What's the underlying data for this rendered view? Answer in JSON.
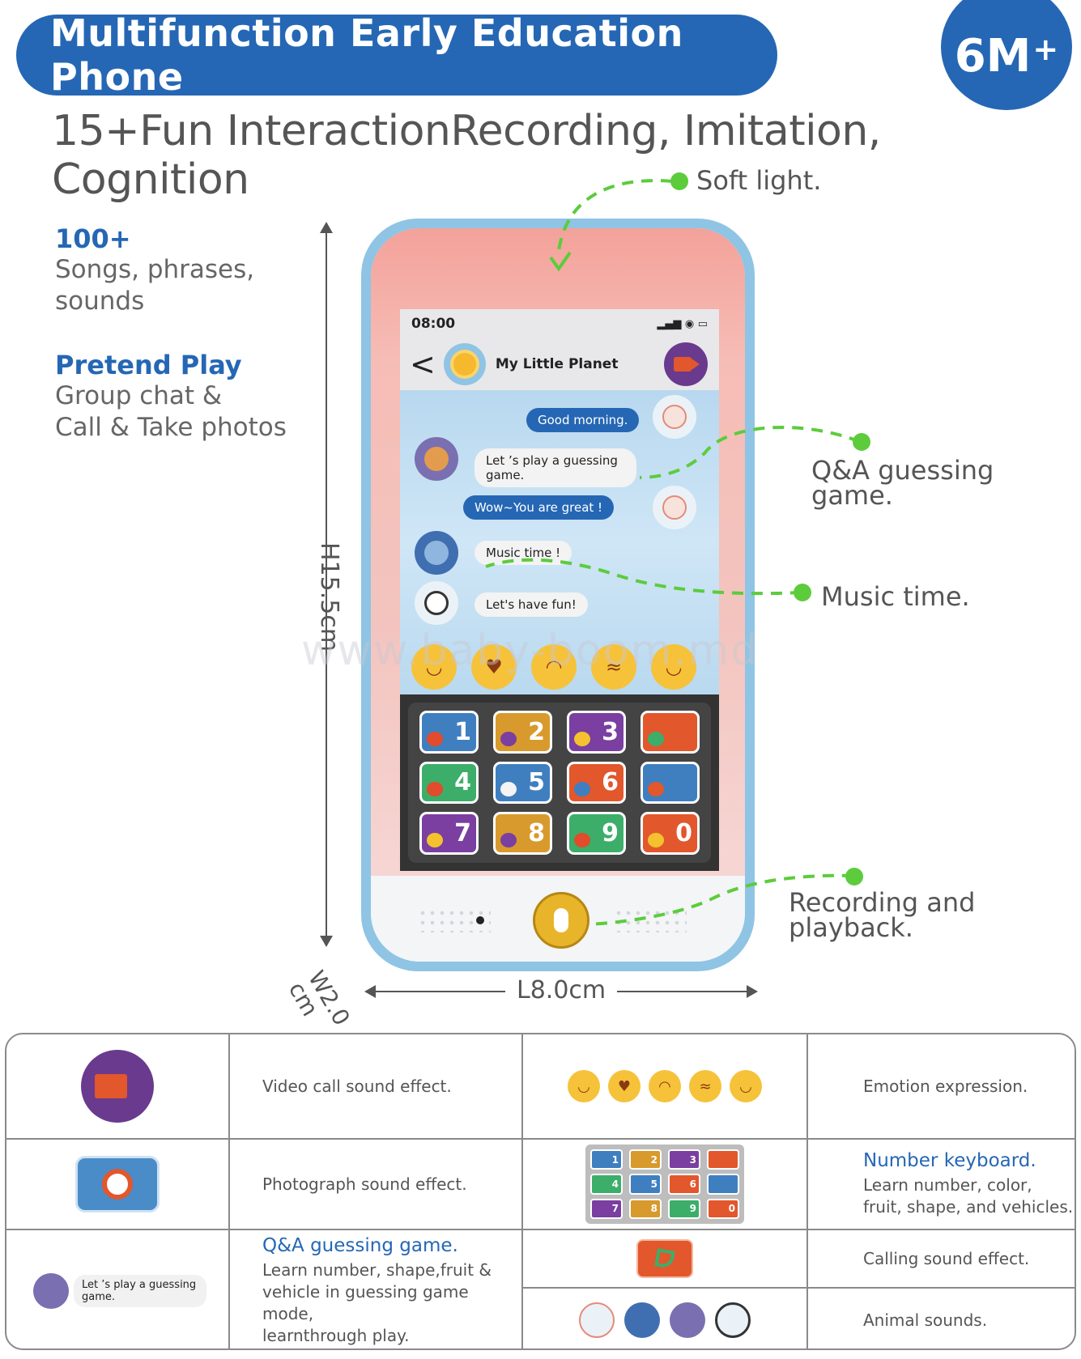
{
  "header": {
    "title": "Multifunction Early Education Phone",
    "age": "6M",
    "age_plus": "+"
  },
  "subtitle": "15+Fun InteractionRecording, Imitation, Cognition",
  "features": [
    {
      "heading": "100+",
      "lines": [
        "Songs, phrases,",
        "sounds"
      ]
    },
    {
      "heading": "Pretend Play",
      "lines": [
        "Group chat &",
        "Call & Take photos"
      ]
    }
  ],
  "callouts": {
    "soft_light": "Soft light.",
    "qa": [
      "Q&A guessing",
      "game."
    ],
    "music": "Music time.",
    "recording": [
      "Recording and",
      "playback."
    ]
  },
  "phone": {
    "status_time": "08:00",
    "status_icons": "▂▄▆ ◉ ▭",
    "back_symbol": "<",
    "chat_title": "My Little Planet",
    "messages": [
      {
        "text": "Good morning.",
        "style": "blue"
      },
      {
        "text": "Let ’s play a guessing game.",
        "style": "white"
      },
      {
        "text": "Wow~You are great !",
        "style": "blue"
      },
      {
        "text": "Music time !",
        "style": "white"
      },
      {
        "text": "Let's have fun!",
        "style": "white"
      }
    ],
    "emoji_faces": [
      "◡",
      "♥",
      "◠",
      "≈",
      "◡"
    ],
    "keys": [
      {
        "label": "1",
        "color": "#3f7fc0",
        "icon_color": "#e24b2b"
      },
      {
        "label": "2",
        "color": "#d89a2c",
        "icon_color": "#7a3fa0"
      },
      {
        "label": "3",
        "color": "#7a3fa0",
        "icon_color": "#f4c22e"
      },
      {
        "label": "",
        "color": "#e2572c",
        "icon_color": "#3cae6a"
      },
      {
        "label": "4",
        "color": "#3cae6a",
        "icon_color": "#e24b2b"
      },
      {
        "label": "5",
        "color": "#3f7fc0",
        "icon_color": "#f4f4f4"
      },
      {
        "label": "6",
        "color": "#e2572c",
        "icon_color": "#3f7fc0"
      },
      {
        "label": "",
        "color": "#3f7fc0",
        "icon_color": "#e2572c"
      },
      {
        "label": "7",
        "color": "#7a3fa0",
        "icon_color": "#f4c22e"
      },
      {
        "label": "8",
        "color": "#d89a2c",
        "icon_color": "#7a3fa0"
      },
      {
        "label": "9",
        "color": "#3cae6a",
        "icon_color": "#e24b2b"
      },
      {
        "label": "0",
        "color": "#e2572c",
        "icon_color": "#f4c22e"
      }
    ]
  },
  "dimensions": {
    "height": "H15.5cm",
    "length": "L8.0cm",
    "width_line1": "W2.0",
    "width_line2": "cm"
  },
  "watermark": "www.baby-boom.md",
  "table": {
    "video_call": "Video call sound effect.",
    "emotion": "Emotion expression.",
    "photograph": "Photograph sound effect.",
    "number_keyboard_heading": "Number keyboard.",
    "number_keyboard_lines": [
      "Learn number, color,",
      "fruit, shape, and vehicles."
    ],
    "qa_bubble": "Let ’s play a guessing game.",
    "qa_heading": "Q&A guessing game.",
    "qa_lines": [
      "Learn number, shape,fruit &",
      "vehicle in guessing game mode,",
      "learnthrough play."
    ],
    "calling": "Calling sound effect.",
    "animal": "Animal sounds.",
    "mini_keys": [
      "1",
      "2",
      "3",
      "",
      "4",
      "5",
      "6",
      "",
      "7",
      "8",
      "9",
      "0"
    ]
  },
  "colors": {
    "brand_blue": "#2567b4",
    "accent_green": "#5ccc3c",
    "video_purple": "#6a3a8e",
    "camera_orange": "#e2572c"
  }
}
